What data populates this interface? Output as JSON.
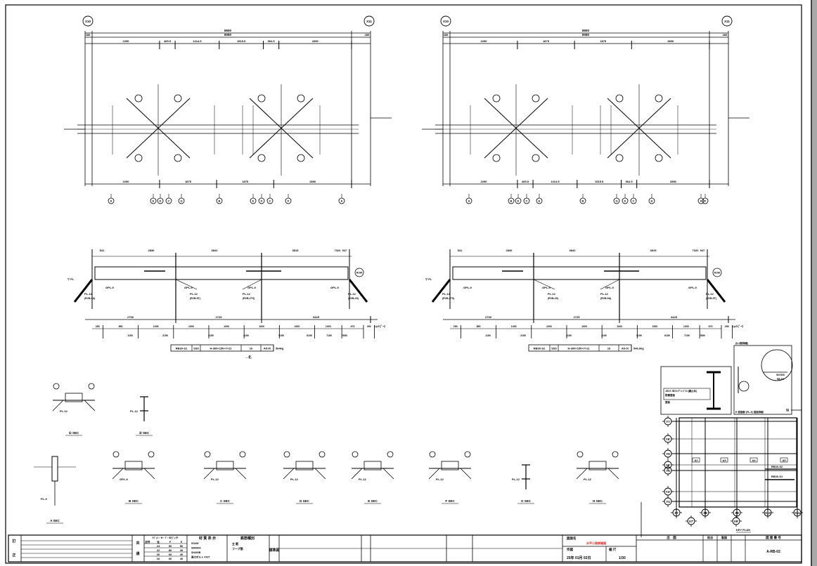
{
  "plans": [
    {
      "grid_left": "X10",
      "grid_right": "X11",
      "total": "8650",
      "sub": "8080",
      "left_end": "285",
      "right_end": "285",
      "top_dims": [
        "2250",
        "465.5",
        "1414.5",
        "1515.5",
        "564.5",
        "2850"
      ],
      "bottom_dims": [
        "2250",
        "1875",
        "1875",
        "2850"
      ],
      "elev_top": [
        "541",
        "2836",
        "3842",
        "3815",
        "7320",
        "547"
      ],
      "elev_dims": [
        "2700",
        "2725",
        "3425"
      ],
      "row_dims": [
        "280",
        "850",
        "1000",
        "1000",
        "1000",
        "1000",
        "1000",
        "1000",
        "673",
        "280"
      ],
      "cumulative": [
        "1150",
        "2150",
        "3150",
        "4150",
        "5150",
        "6150",
        "7150",
        "7850"
      ],
      "markers": [
        "A",
        "E",
        "D",
        "C",
        "G",
        "B",
        "E",
        "D",
        "C",
        "F",
        "A"
      ],
      "end_label": "ｼｮｯﾄﾋﾟｰｽ",
      "level": "▽ FL",
      "joint_label": "RJ36",
      "gpl": [
        "GPL-9",
        "GPL-9",
        "GPL-9",
        "GPL-9"
      ],
      "pl": [
        "PL-12",
        "PL-12",
        "PL-12",
        "PL-12"
      ],
      "pl_ref": [
        "(RVB-5A)",
        "(RVB-5T)",
        "(RVB-2TS)",
        "(RVB-2S)"
      ],
      "table": [
        "RB30-S1",
        "SS0",
        "H-300×150×7×11",
        "16",
        "A5-IX",
        "564kg"
      ],
      "arrow": "→北"
    },
    {
      "grid_left": "X10",
      "grid_right": "X11",
      "total": "8650",
      "sub": "8080",
      "left_end": "285",
      "right_end": "285",
      "top_dims": [
        "2250",
        "1875",
        "1875",
        "2850"
      ],
      "bottom_dims": [
        "2250",
        "465.5",
        "1414.5",
        "1515.5",
        "564.5",
        "2850"
      ],
      "elev_top": [
        "541",
        "2836",
        "3842",
        "3815",
        "7320",
        "547"
      ],
      "elev_dims": [
        "2700",
        "2725",
        "3425"
      ],
      "row_dims": [
        "280",
        "850",
        "1000",
        "1000",
        "1000",
        "1000",
        "1000",
        "1000",
        "673",
        "280"
      ],
      "cumulative": [
        "1150",
        "2150",
        "3150",
        "4150",
        "5150",
        "6150",
        "7150",
        "7850"
      ],
      "markers": [
        "A",
        "B",
        "D",
        "C",
        "E",
        "B",
        "G",
        "D",
        "C",
        "H",
        "F",
        "A"
      ],
      "end_label": "ｼｮｯﾄﾋﾟｰｽ",
      "level": "▽ FL",
      "joint_label": "RJ36",
      "gpl": [
        "GPL-9",
        "GPL-9",
        "GPL-9",
        "GPL-9"
      ],
      "pl": [
        "PL-12",
        "PL-12",
        "PL-12",
        "PL-12"
      ],
      "pl_ref": [
        "(RVB-2TS)",
        "(RVB-2S)",
        "(RVB-5A)",
        "(RVB-5T)"
      ],
      "table": [
        "RB30-S2",
        "SS0",
        "H-300×150×7×11",
        "16",
        "A5-IX",
        "546.6kg"
      ],
      "arrow": ""
    }
  ],
  "sections": [
    {
      "label": "① SEC",
      "note": "PL-12"
    },
    {
      "label": "② SEC",
      "note": "PL-12"
    },
    {
      "label": "A SEC",
      "note": "PL-9"
    },
    {
      "label": "B SEC",
      "note": "GPL-9"
    },
    {
      "label": "C SEC",
      "note": "PL-12"
    },
    {
      "label": "D SEC",
      "note": "PL-12"
    },
    {
      "label": "E SEC",
      "note": "PL-12"
    },
    {
      "label": "F SEC",
      "note": "PL-12"
    },
    {
      "label": "G SEC",
      "note": "PL-12"
    },
    {
      "label": "H SEC",
      "note": "PL-12"
    }
  ],
  "detail": {
    "spec": "JIS K 5674 ｸﾞﾚｰﾄﾞﾙｰ(錆止め)",
    "spec2": "防錆塗装",
    "spec3": "塗装",
    "weld_caption": "E 溶接部 (PL-9) 溶接詳細",
    "weld_note": "WC530",
    "weld_note2": "SB-8A",
    "title": "(ｶｯﾄ部詳細)"
  },
  "key_plan": {
    "title": "KEY PLAN",
    "north": "N",
    "rows": [
      "Y7",
      "Y6'",
      "Y6",
      "Y5'",
      "Y5",
      "Y4'",
      "Y4"
    ],
    "cols": [
      "X7",
      "X8",
      "X9",
      "X10",
      "X11"
    ],
    "cols_sub": [
      "X7'",
      "X9'"
    ],
    "areas": [
      "A2",
      "A3",
      "A4",
      "A5"
    ],
    "members": [
      "RB30-S2",
      "RB30-S1"
    ]
  },
  "title_block": {
    "revision_label": "訂",
    "revision_label2": "正",
    "common_label": "共",
    "common_label2": "通",
    "pitch_header": "ﾘﾍﾞｯﾄ・H・T・Bピッチ",
    "pitch_cols": [
      "記号",
      "径",
      "P",
      "E"
    ],
    "pitch_rows": [
      [
        "",
        "24",
        "90",
        "50"
      ],
      [
        "",
        "22",
        "80",
        "40"
      ],
      [
        "",
        "20",
        "60",
        "40"
      ],
      [
        "",
        "16",
        "60",
        "40"
      ]
    ],
    "material_header": "材 質 表 示",
    "materials": [
      "SS400",
      "SM490A",
      "SN400B",
      "高力ボルト F10T"
    ],
    "rebar_header": "鉄筋種別",
    "rebar": [
      "主 筋",
      "フープ筋"
    ],
    "standard_label": "標準図",
    "drawing_name_label": "図面名",
    "drawing_name": "水平小梁詳細図",
    "drawn_label": "作図",
    "drawn_date": "25年 01月 02日",
    "scale_label": "縮 尺",
    "scale": "1/30",
    "issue_header": "出　図",
    "charge_header": "担当",
    "draft_header": "製図",
    "number_header": "図 面 番 号",
    "number": "A-RB-02"
  },
  "colors": {
    "line": "#000000",
    "title_red": "#d02020",
    "strip": "#a9a9a9"
  }
}
